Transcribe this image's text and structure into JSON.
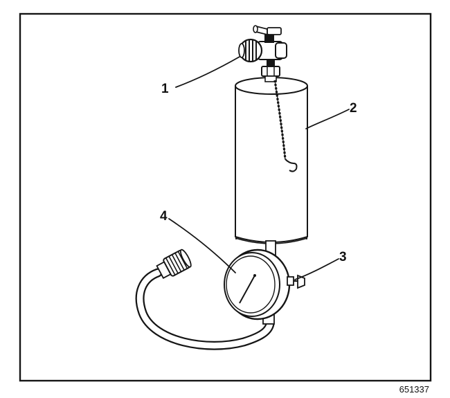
{
  "callouts": {
    "c1": "1",
    "c2": "2",
    "c3": "3",
    "c4": "4"
  },
  "figure_number": "651337",
  "colors": {
    "ink": "#151515",
    "background": "#ffffff"
  }
}
